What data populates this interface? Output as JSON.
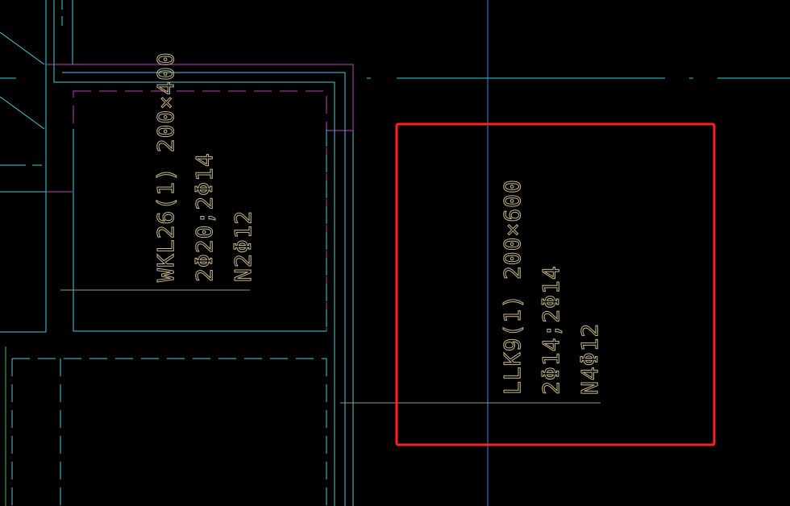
{
  "drawing": {
    "beams": [
      {
        "id": "wkl26",
        "lines": [
          "WKL26(1) 200×400",
          "2Φ20;2Φ14",
          "N2Φ12"
        ]
      },
      {
        "id": "llk9",
        "lines": [
          "LLK9(1) 200×600",
          "2Φ14;2Φ14",
          "N4Φ12"
        ]
      }
    ],
    "colors": {
      "background": "#000000",
      "cyan": "#3fd0e0",
      "magenta": "#c040c0",
      "blue_axis": "#2f8fe8",
      "annotation": "#c8b98a",
      "leader": "#a09870",
      "highlight_box": "#ff2020",
      "green_edge": "#40c040"
    }
  }
}
